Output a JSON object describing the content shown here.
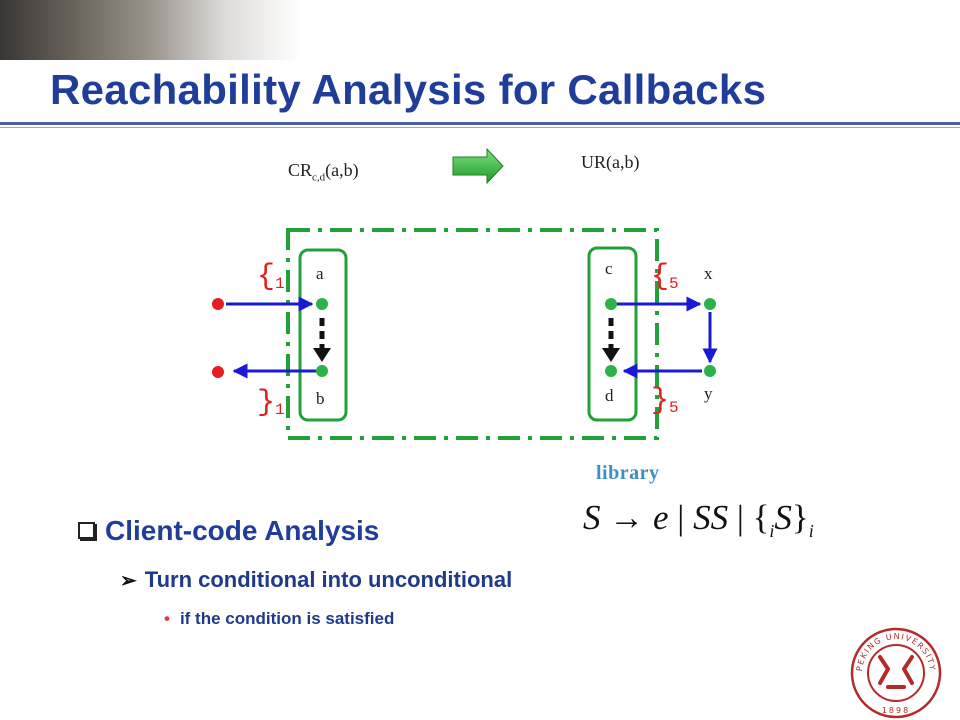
{
  "title": "Reachability Analysis for Callbacks",
  "top": {
    "cr_main": "CR",
    "cr_sub": "c,d",
    "cr_args": "(a,b)",
    "ur": "UR(a,b)"
  },
  "nodes": {
    "a": "a",
    "b": "b",
    "c": "c",
    "d": "d",
    "x": "x",
    "y": "y"
  },
  "brackets": {
    "open1": "{",
    "open1_sub": "1",
    "close1": "}",
    "close1_sub": "1",
    "open5": "{",
    "open5_sub": "5",
    "close5": "}",
    "close5_sub": "5"
  },
  "library_label": "library",
  "grammar": {
    "lhs": "S",
    "arrow": "→",
    "rule_e": "e",
    "bar": "|",
    "rule_ss": "SS",
    "open": "{",
    "sub_i": "i",
    "inner": "S",
    "close": "}"
  },
  "bullets": {
    "level1": "Client-code Analysis",
    "level2": "Turn conditional into unconditional",
    "level3": "if the condition is satisfied"
  },
  "colors": {
    "title": "#1f3d99",
    "dashed_box": "#22a03a",
    "node_green": "#2bb34a",
    "node_red": "#e41e1e",
    "edge_blue": "#1a1ad6",
    "bracket_red": "#e41e1e",
    "library_text": "#3a8fc4"
  }
}
